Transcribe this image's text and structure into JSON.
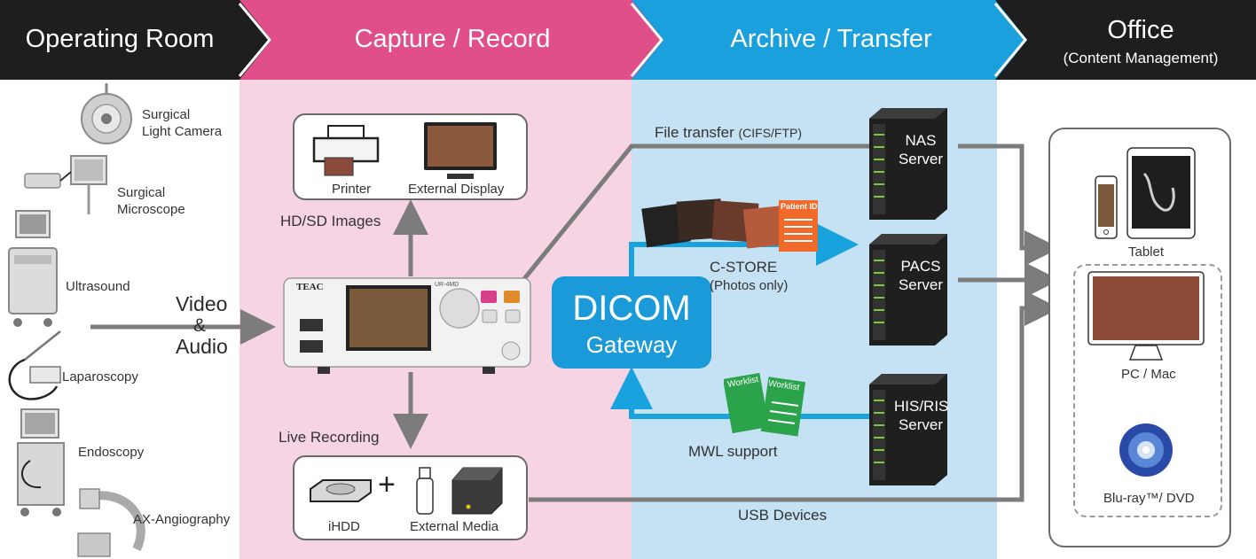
{
  "stages": {
    "operating_room": "Operating Room",
    "capture_record": "Capture / Record",
    "archive_transfer": "Archive / Transfer",
    "office": "Office",
    "office_sub": "(Content Management)"
  },
  "sources": {
    "surgical_light_camera": "Surgical\nLight Camera",
    "surgical_microscope": "Surgical\nMicroscope",
    "ultrasound": "Ultrasound",
    "laparoscopy": "Laparoscopy",
    "endoscopy": "Endoscopy",
    "ax_angiography": "AX-Angiography"
  },
  "input": {
    "line1": "Video",
    "line2": "&",
    "line3": "Audio"
  },
  "capture": {
    "printer": "Printer",
    "external_display": "External Display",
    "hd_sd_images": "HD/SD Images",
    "live_recording": "Live Recording",
    "ihdd": "iHDD",
    "external_media": "External Media",
    "device_brand": "TEAC",
    "device_model": "UR-4MD",
    "plus": "+"
  },
  "dicom": {
    "title": "DICOM",
    "subtitle": "Gateway"
  },
  "archive": {
    "file_transfer": "File transfer",
    "file_transfer_proto": "(CIFS/FTP)",
    "c_store": "C-STORE",
    "c_store_note": "(Photos only)",
    "patient_id": "Patient ID",
    "worklist": "Worklist",
    "mwl_support": "MWL  support",
    "usb_devices": "USB Devices",
    "nas_server": "NAS\nServer",
    "pacs_server": "PACS\nServer",
    "his_ris_server": "HIS/RIS\nServer"
  },
  "office": {
    "tablet": "Tablet",
    "pc_mac": "PC / Mac",
    "bluray_dvd": "Blu-ray™/ DVD"
  },
  "colors": {
    "banner_dark": "#1e1e1e",
    "capture_pink": "#e04f8a",
    "archive_blue": "#1aa0dc",
    "zone_pink": "#f7d4e3",
    "zone_blue": "#c5e1f4",
    "arrow_gray": "#7c7c7c",
    "arrow_blue": "#19a3de",
    "dicom_blue": "#1a9ad9"
  }
}
